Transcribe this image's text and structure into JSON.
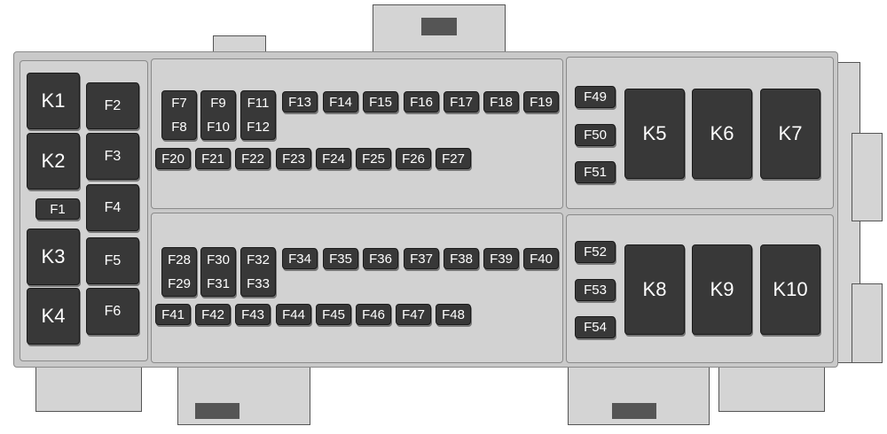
{
  "colors": {
    "housing": "#d2d2d2",
    "component": "#383838",
    "label": "#ffffff"
  },
  "relays": [
    "K1",
    "K2",
    "K3",
    "K4",
    "K5",
    "K6",
    "K7",
    "K8",
    "K9",
    "K10"
  ],
  "fuses": [
    "F1",
    "F2",
    "F3",
    "F4",
    "F5",
    "F6",
    "F7",
    "F8",
    "F9",
    "F10",
    "F11",
    "F12",
    "F13",
    "F14",
    "F15",
    "F16",
    "F17",
    "F18",
    "F19",
    "F20",
    "F21",
    "F22",
    "F23",
    "F24",
    "F25",
    "F26",
    "F27",
    "F28",
    "F29",
    "F30",
    "F31",
    "F32",
    "F33",
    "F34",
    "F35",
    "F36",
    "F37",
    "F38",
    "F39",
    "F40",
    "F41",
    "F42",
    "F43",
    "F44",
    "F45",
    "F46",
    "F47",
    "F48",
    "F49",
    "F50",
    "F51",
    "F52",
    "F53",
    "F54"
  ]
}
